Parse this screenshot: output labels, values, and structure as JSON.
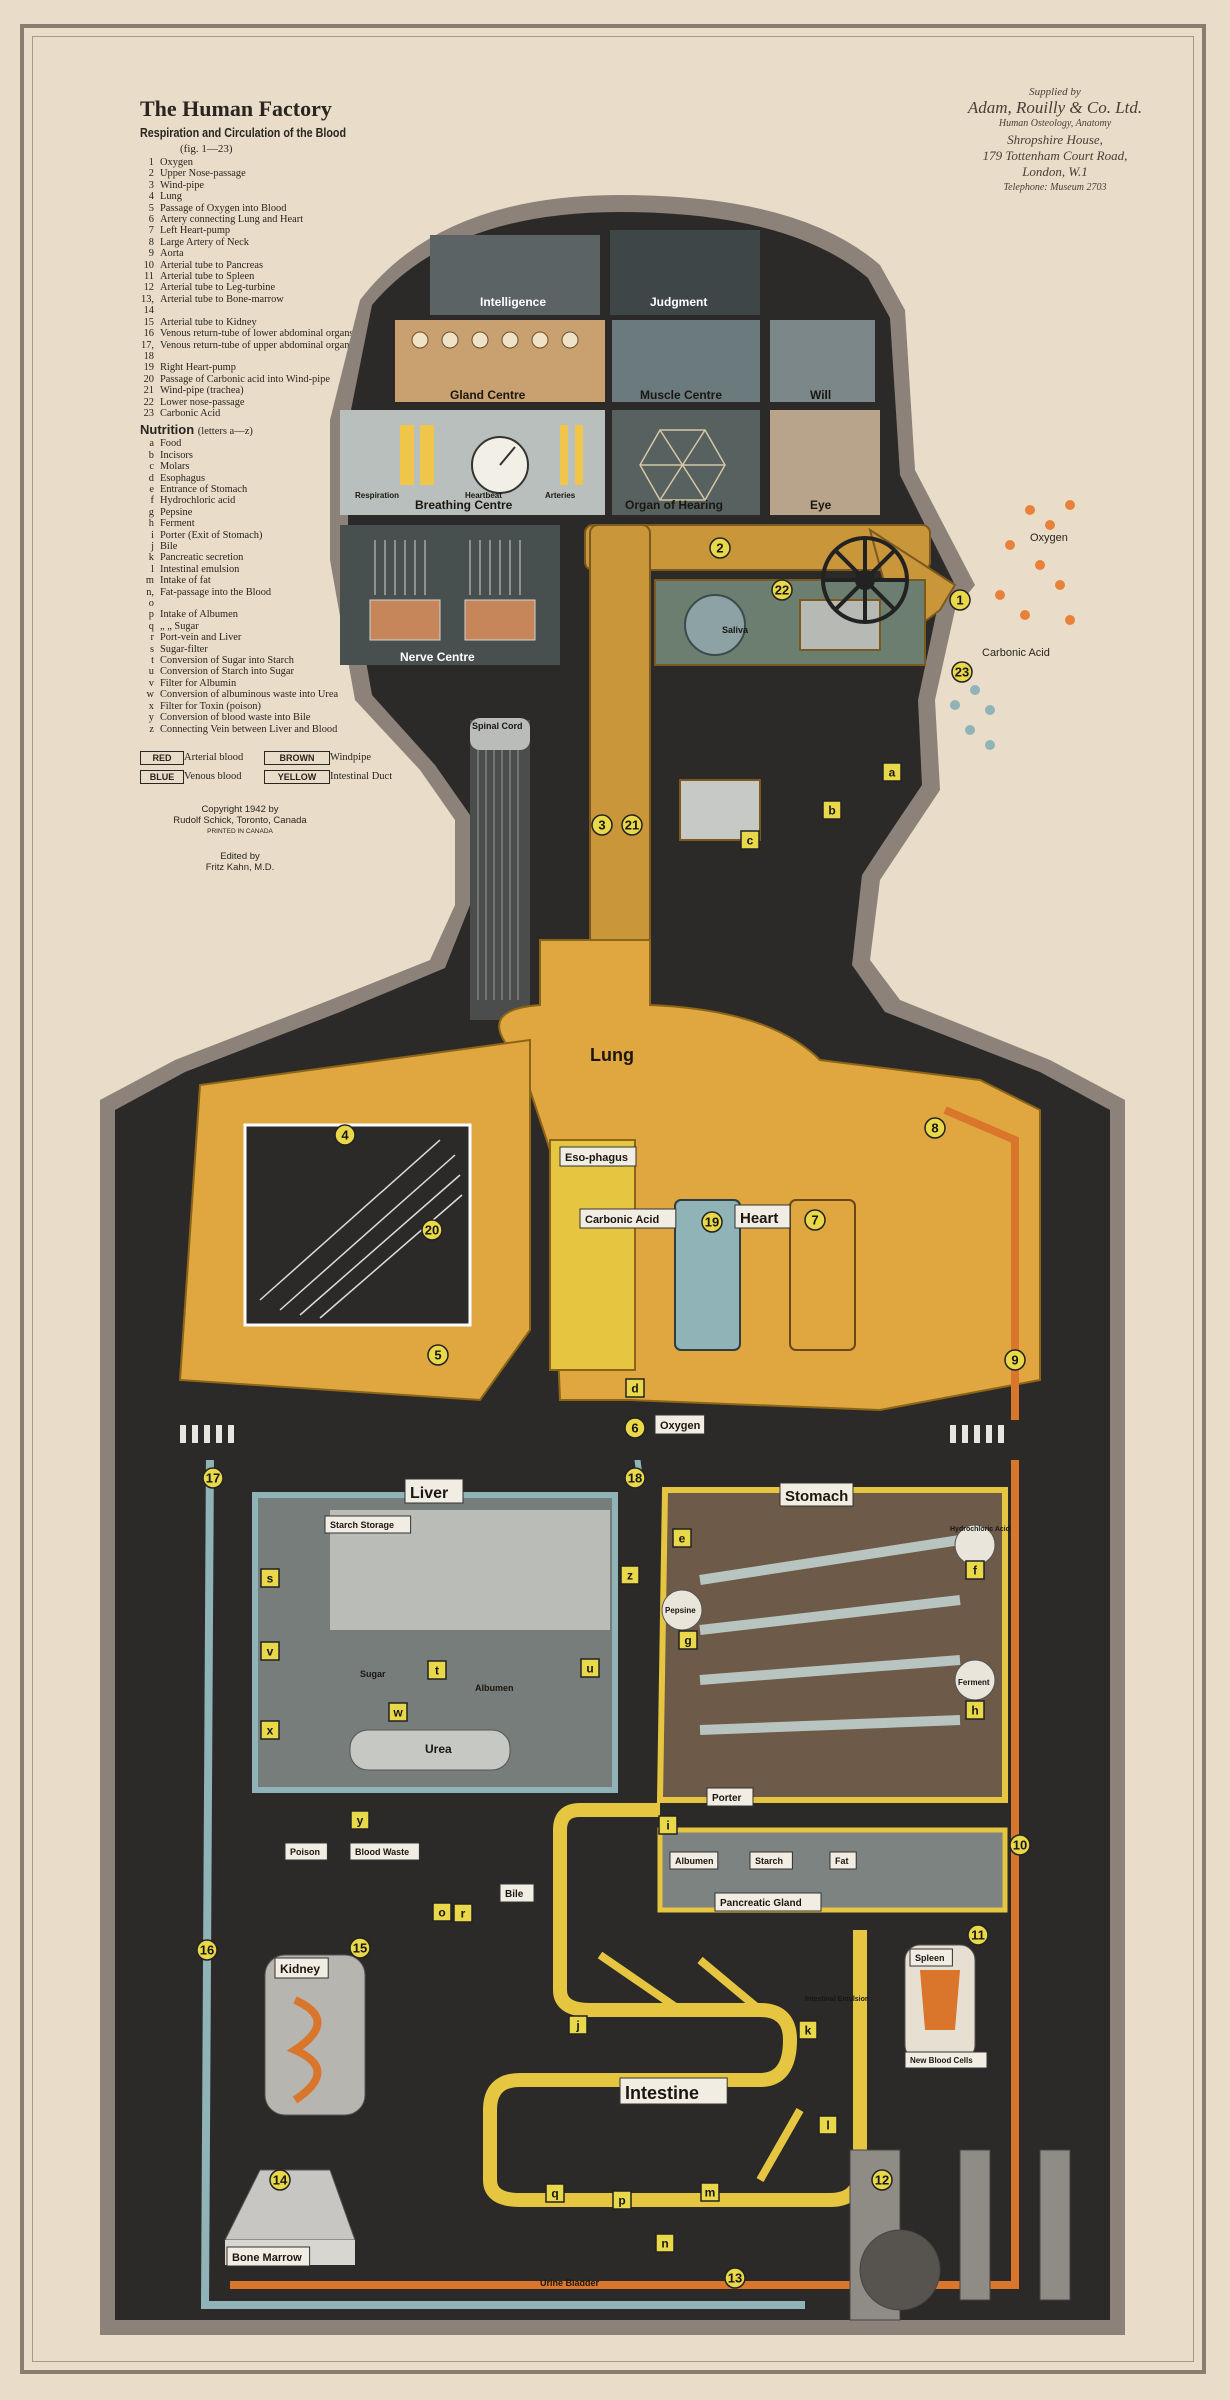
{
  "title": "The Human Factory",
  "subtitle": "Respiration and Circulation of the Blood",
  "fig_ref": "(fig. 1—23)",
  "respiration_legend": [
    {
      "key": "1",
      "text": "Oxygen"
    },
    {
      "key": "2",
      "text": "Upper Nose-passage"
    },
    {
      "key": "3",
      "text": "Wind-pipe"
    },
    {
      "key": "4",
      "text": "Lung"
    },
    {
      "key": "5",
      "text": "Passage of Oxygen into Blood"
    },
    {
      "key": "6",
      "text": "Artery connecting Lung and Heart"
    },
    {
      "key": "7",
      "text": "Left Heart-pump"
    },
    {
      "key": "8",
      "text": "Large Artery of Neck"
    },
    {
      "key": "9",
      "text": "Aorta"
    },
    {
      "key": "10",
      "text": "Arterial tube to Pancreas"
    },
    {
      "key": "11",
      "text": "Arterial tube to Spleen"
    },
    {
      "key": "12",
      "text": "Arterial tube to Leg-turbine"
    },
    {
      "key": "13, 14",
      "text": "Arterial tube to Bone-marrow"
    },
    {
      "key": "15",
      "text": "Arterial tube to Kidney"
    },
    {
      "key": "16",
      "text": "Venous return-tube of lower abdominal organs"
    },
    {
      "key": "17, 18",
      "text": "Venous return-tube of upper abdominal organs"
    },
    {
      "key": "19",
      "text": "Right Heart-pump"
    },
    {
      "key": "20",
      "text": "Passage of Carbonic acid into Wind-pipe"
    },
    {
      "key": "21",
      "text": "Wind-pipe (trachea)"
    },
    {
      "key": "22",
      "text": "Lower nose-passage"
    },
    {
      "key": "23",
      "text": "Carbonic Acid"
    }
  ],
  "nutrition_heading": "Nutrition",
  "nutrition_letters": "(letters a—z)",
  "nutrition_legend": [
    {
      "key": "a",
      "text": "Food"
    },
    {
      "key": "b",
      "text": "Incisors"
    },
    {
      "key": "c",
      "text": "Molars"
    },
    {
      "key": "d",
      "text": "Esophagus"
    },
    {
      "key": "e",
      "text": "Entrance of Stomach"
    },
    {
      "key": "f",
      "text": "Hydrochloric acid"
    },
    {
      "key": "g",
      "text": "Pepsine"
    },
    {
      "key": "h",
      "text": "Ferment"
    },
    {
      "key": "i",
      "text": "Porter (Exit of Stomach)"
    },
    {
      "key": "j",
      "text": "Bile"
    },
    {
      "key": "k",
      "text": "Pancreatic secretion"
    },
    {
      "key": "l",
      "text": "Intestinal emulsion"
    },
    {
      "key": "m",
      "text": "Intake of fat"
    },
    {
      "key": "n, o",
      "text": "Fat-passage into the Blood"
    },
    {
      "key": "p",
      "text": "Intake of Albumen"
    },
    {
      "key": "q",
      "text": "„ „ Sugar"
    },
    {
      "key": "r",
      "text": "Port-vein and Liver"
    },
    {
      "key": "s",
      "text": "Sugar-filter"
    },
    {
      "key": "t",
      "text": "Conversion of Sugar into Starch"
    },
    {
      "key": "u",
      "text": "Conversion of Starch into Sugar"
    },
    {
      "key": "v",
      "text": "Filter for Albumin"
    },
    {
      "key": "w",
      "text": "Conversion of albuminous waste into Urea"
    },
    {
      "key": "x",
      "text": "Filter for Toxin (poison)"
    },
    {
      "key": "y",
      "text": "Conversion of blood waste into Bile"
    },
    {
      "key": "z",
      "text": "Connecting Vein between Liver and Blood"
    }
  ],
  "color_key": [
    {
      "box": "RED",
      "label": "Arterial blood"
    },
    {
      "box": "BROWN",
      "label": "Windpipe"
    },
    {
      "box": "BLUE",
      "label": "Venous blood"
    },
    {
      "box": "YELLOW",
      "label": "Intestinal Duct"
    }
  ],
  "copyright": {
    "line1": "Copyright 1942 by",
    "line2": "Rudolf Schick, Toronto, Canada",
    "line3": "PRINTED IN CANADA",
    "edited1": "Edited by",
    "edited2": "Fritz Kahn, M.D."
  },
  "supplier": {
    "line1": "Supplied by",
    "line2": "Adam, Rouilly & Co. Ltd.",
    "line3": "Human Osteology, Anatomy",
    "line4": "Shropshire House,",
    "line5": "179 Tottenham Court Road,",
    "line6": "London, W.1",
    "line7": "Telephone: Museum 2703"
  },
  "diagram_labels": {
    "intelligence": "Intelligence",
    "judgment": "Judgment",
    "gland_centre": "Gland Centre",
    "muscle_centre": "Muscle Centre",
    "will": "Will",
    "breathing_centre": "Breathing Centre",
    "organ_of_hearing": "Organ of Hearing",
    "eye": "Eye",
    "nerve_centre": "Nerve Centre",
    "spinal_cord": "Spinal Cord",
    "saliva": "Saliva",
    "oxygen_ext": "Oxygen",
    "carbonic_acid_ext": "Carbonic Acid",
    "lung": "Lung",
    "esophagus": "Eso-phagus",
    "carbonic_acid": "Carbonic Acid",
    "heart": "Heart",
    "oxygen": "Oxygen",
    "liver": "Liver",
    "starch_storage": "Starch Storage",
    "sugar": "Sugar",
    "albumen": "Albumen",
    "urea": "Urea",
    "poison": "Poison",
    "blood_waste": "Blood Waste",
    "bile": "Bile",
    "stomach": "Stomach",
    "hydrochloric_acid": "Hydrochloric Acid",
    "pepsine": "Pepsine",
    "ferment": "Ferment",
    "porter": "Porter",
    "albumen2": "Albumen",
    "starch": "Starch",
    "fat": "Fat",
    "pancreatic_gland": "Pancreatic Gland",
    "kidney": "Kidney",
    "spleen": "Spleen",
    "new_blood_cells": "New Blood Cells",
    "intestinal_emulsion": "Intestinal Emulsion",
    "intestine": "Intestine",
    "bone_marrow": "Bone Marrow",
    "urine_bladder": "Urine Bladder",
    "heartbeat": "Heartbeat",
    "respiration": "Respiration",
    "arteries": "Arteries"
  },
  "colors": {
    "arterial": "#d9762b",
    "venous": "#8fb3b6",
    "windpipe": "#c89a3a",
    "intestinal": "#e6c640",
    "body_dark": "#2b2a28",
    "outline": "#8d8279",
    "paper": "#e9dcc8"
  },
  "number_markers": [
    "1",
    "2",
    "3",
    "4",
    "5",
    "6",
    "7",
    "8",
    "9",
    "10",
    "11",
    "12",
    "13",
    "14",
    "15",
    "16",
    "17",
    "18",
    "19",
    "20",
    "21",
    "22",
    "23"
  ],
  "letter_markers": [
    "a",
    "b",
    "c",
    "d",
    "e",
    "f",
    "g",
    "h",
    "i",
    "j",
    "k",
    "l",
    "m",
    "n",
    "o",
    "p",
    "q",
    "r",
    "s",
    "t",
    "u",
    "v",
    "w",
    "x",
    "y",
    "z"
  ],
  "icons": {
    "gear": "gear-icon",
    "wheel": "wheel-icon",
    "spark": "spray-icon"
  }
}
